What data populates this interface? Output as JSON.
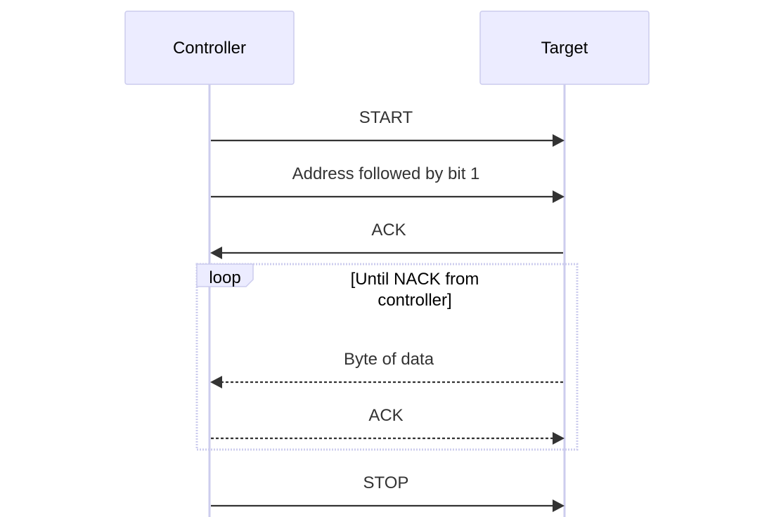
{
  "participants": {
    "controller": "Controller",
    "target": "Target"
  },
  "messages": [
    {
      "label": "START",
      "from": "controller",
      "to": "target",
      "style": "solid"
    },
    {
      "label": "Address followed by bit 1",
      "from": "controller",
      "to": "target",
      "style": "solid"
    },
    {
      "label": "ACK",
      "from": "target",
      "to": "controller",
      "style": "solid"
    },
    {
      "label": "Byte of data",
      "from": "target",
      "to": "controller",
      "style": "dashed"
    },
    {
      "label": "ACK",
      "from": "controller",
      "to": "target",
      "style": "dashed"
    },
    {
      "label": "STOP",
      "from": "controller",
      "to": "target",
      "style": "solid"
    }
  ],
  "loop": {
    "label": "loop",
    "condition_line1": "[Until NACK from",
    "condition_line2": "controller]"
  },
  "colors": {
    "actor_fill": "#ECECFF",
    "actor_border": "#CCCCEE",
    "line": "#333333"
  }
}
